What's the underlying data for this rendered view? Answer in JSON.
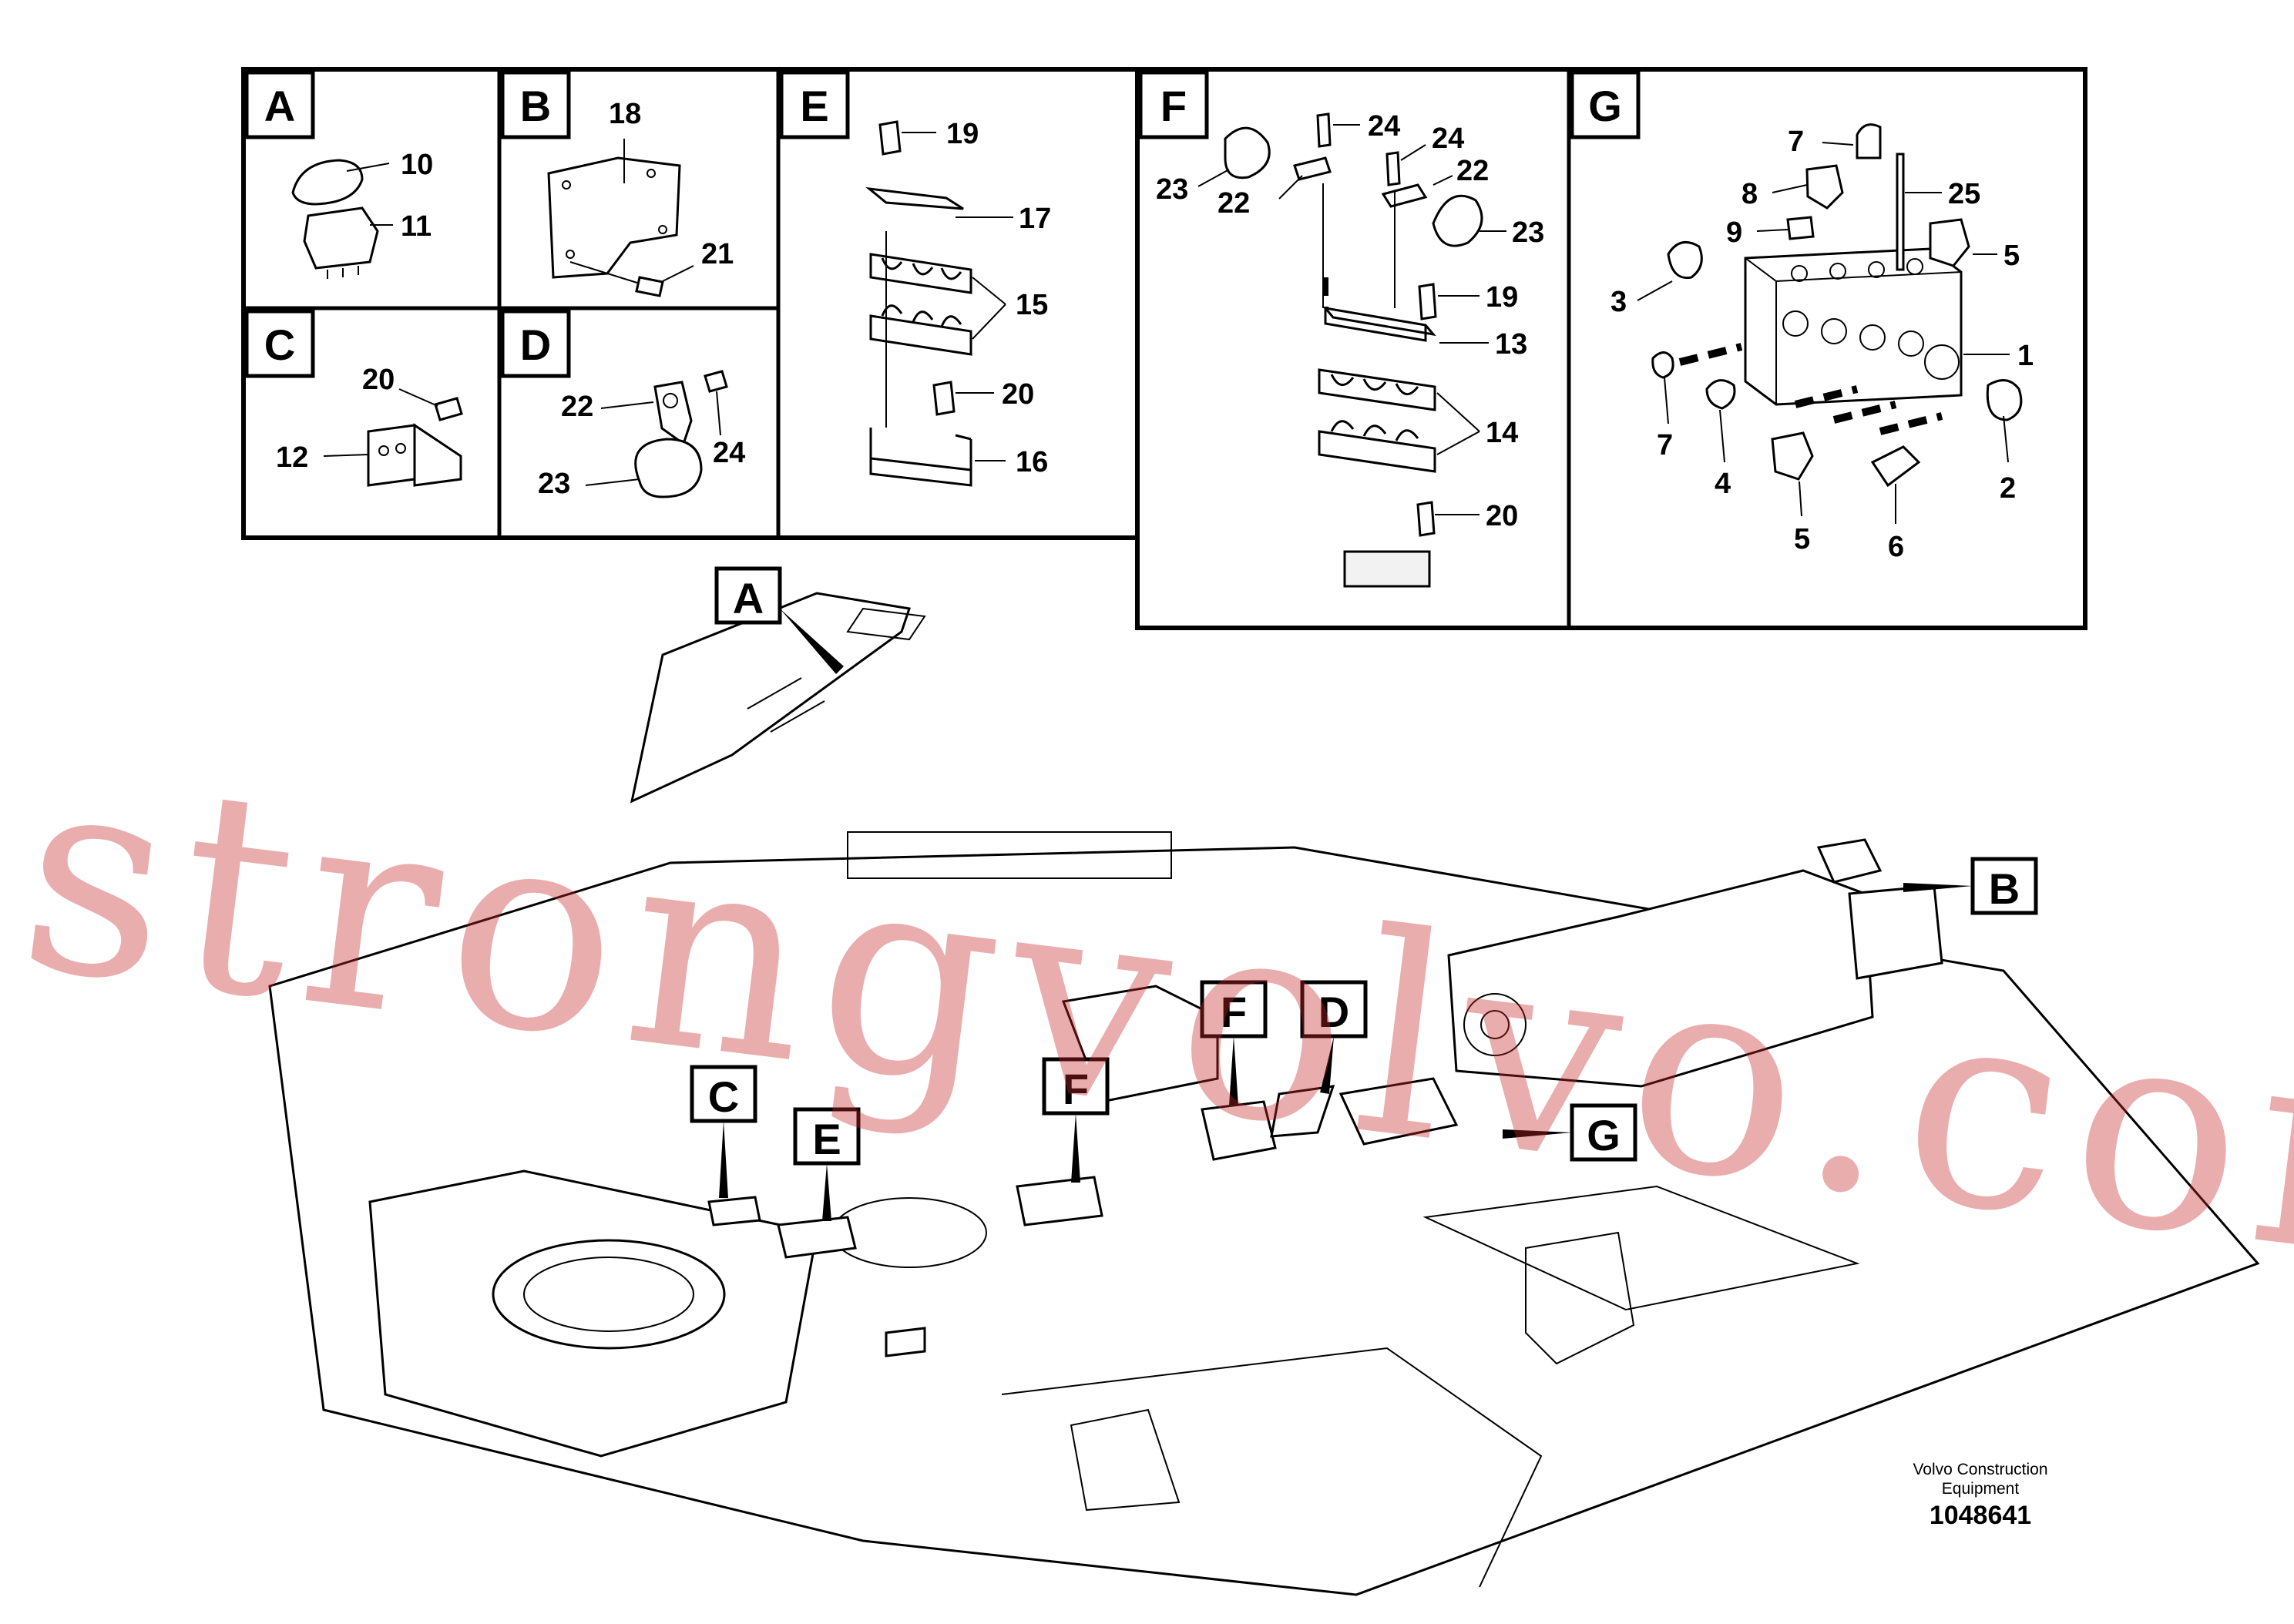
{
  "watermark": "strongvolvo.com",
  "credit": {
    "line1": "Volvo Construction",
    "line2": "Equipment"
  },
  "doc_number": "1048641",
  "panels": {
    "A": {
      "letter": "A",
      "parts": [
        "10",
        "11"
      ]
    },
    "B": {
      "letter": "B",
      "parts": [
        "18",
        "21"
      ]
    },
    "C": {
      "letter": "C",
      "parts": [
        "20",
        "12"
      ]
    },
    "D": {
      "letter": "D",
      "parts": [
        "22",
        "24",
        "23"
      ]
    },
    "E": {
      "letter": "E",
      "parts": [
        "19",
        "17",
        "15",
        "20",
        "16"
      ]
    },
    "F": {
      "letter": "F",
      "parts": [
        "24",
        "24",
        "23",
        "22",
        "22",
        "23",
        "19",
        "13",
        "14",
        "20"
      ]
    },
    "G": {
      "letter": "G",
      "parts": [
        "7",
        "8",
        "25",
        "9",
        "5",
        "3",
        "1",
        "7",
        "4",
        "2",
        "5",
        "6"
      ]
    }
  },
  "callouts": [
    "A",
    "B",
    "C",
    "E",
    "F",
    "F",
    "D",
    "G"
  ],
  "colors": {
    "ink": "#000000",
    "watermark": "#c82828"
  }
}
